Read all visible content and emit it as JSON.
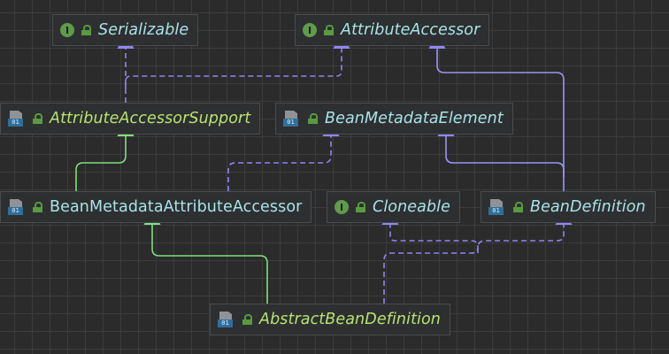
{
  "diagram": {
    "nodes": [
      {
        "id": "serializable",
        "kind": "interface",
        "label": "Serializable",
        "italic": true,
        "abstract": false
      },
      {
        "id": "attributeaccessor",
        "kind": "interface",
        "label": "AttributeAccessor",
        "italic": true,
        "abstract": false
      },
      {
        "id": "attributeaccessorsupport",
        "kind": "abstract-class",
        "label": "AttributeAccessorSupport",
        "italic": true,
        "abstract": true
      },
      {
        "id": "beanmetadataelement",
        "kind": "interface",
        "label": "BeanMetadataElement",
        "italic": true,
        "abstract": false
      },
      {
        "id": "beanmetadataattributeaccessor",
        "kind": "class",
        "label": "BeanMetadataAttributeAccessor",
        "italic": false,
        "abstract": false
      },
      {
        "id": "cloneable",
        "kind": "interface",
        "label": "Cloneable",
        "italic": true,
        "abstract": false
      },
      {
        "id": "beandefinition",
        "kind": "interface",
        "label": "BeanDefinition",
        "italic": true,
        "abstract": false
      },
      {
        "id": "abstractbeandefinition",
        "kind": "abstract-class",
        "label": "AbstractBeanDefinition",
        "italic": true,
        "abstract": true
      }
    ],
    "edges": [
      {
        "from": "attributeaccessorsupport",
        "to": "serializable",
        "type": "implements"
      },
      {
        "from": "attributeaccessorsupport",
        "to": "attributeaccessor",
        "type": "implements"
      },
      {
        "from": "beandefinition",
        "to": "attributeaccessor",
        "type": "extends-interface"
      },
      {
        "from": "beanmetadataattributeaccessor",
        "to": "attributeaccessorsupport",
        "type": "extends"
      },
      {
        "from": "beanmetadataattributeaccessor",
        "to": "beanmetadataelement",
        "type": "implements"
      },
      {
        "from": "beandefinition",
        "to": "beanmetadataelement",
        "type": "extends-interface"
      },
      {
        "from": "abstractbeandefinition",
        "to": "beanmetadataattributeaccessor",
        "type": "extends"
      },
      {
        "from": "abstractbeandefinition",
        "to": "cloneable",
        "type": "implements"
      },
      {
        "from": "abstractbeandefinition",
        "to": "beandefinition",
        "type": "implements"
      }
    ],
    "colors": {
      "background": "#2b2b2b",
      "node_text": "#a9e3e6",
      "abstract_text": "#b8e36f",
      "implements_edge": "#8f86f2",
      "extends_interface_edge": "#9c93f5",
      "extends_edge": "#7fe07a"
    },
    "icons": {
      "interface": "interface-icon",
      "class": "class-icon",
      "lock": "lock-icon"
    }
  }
}
